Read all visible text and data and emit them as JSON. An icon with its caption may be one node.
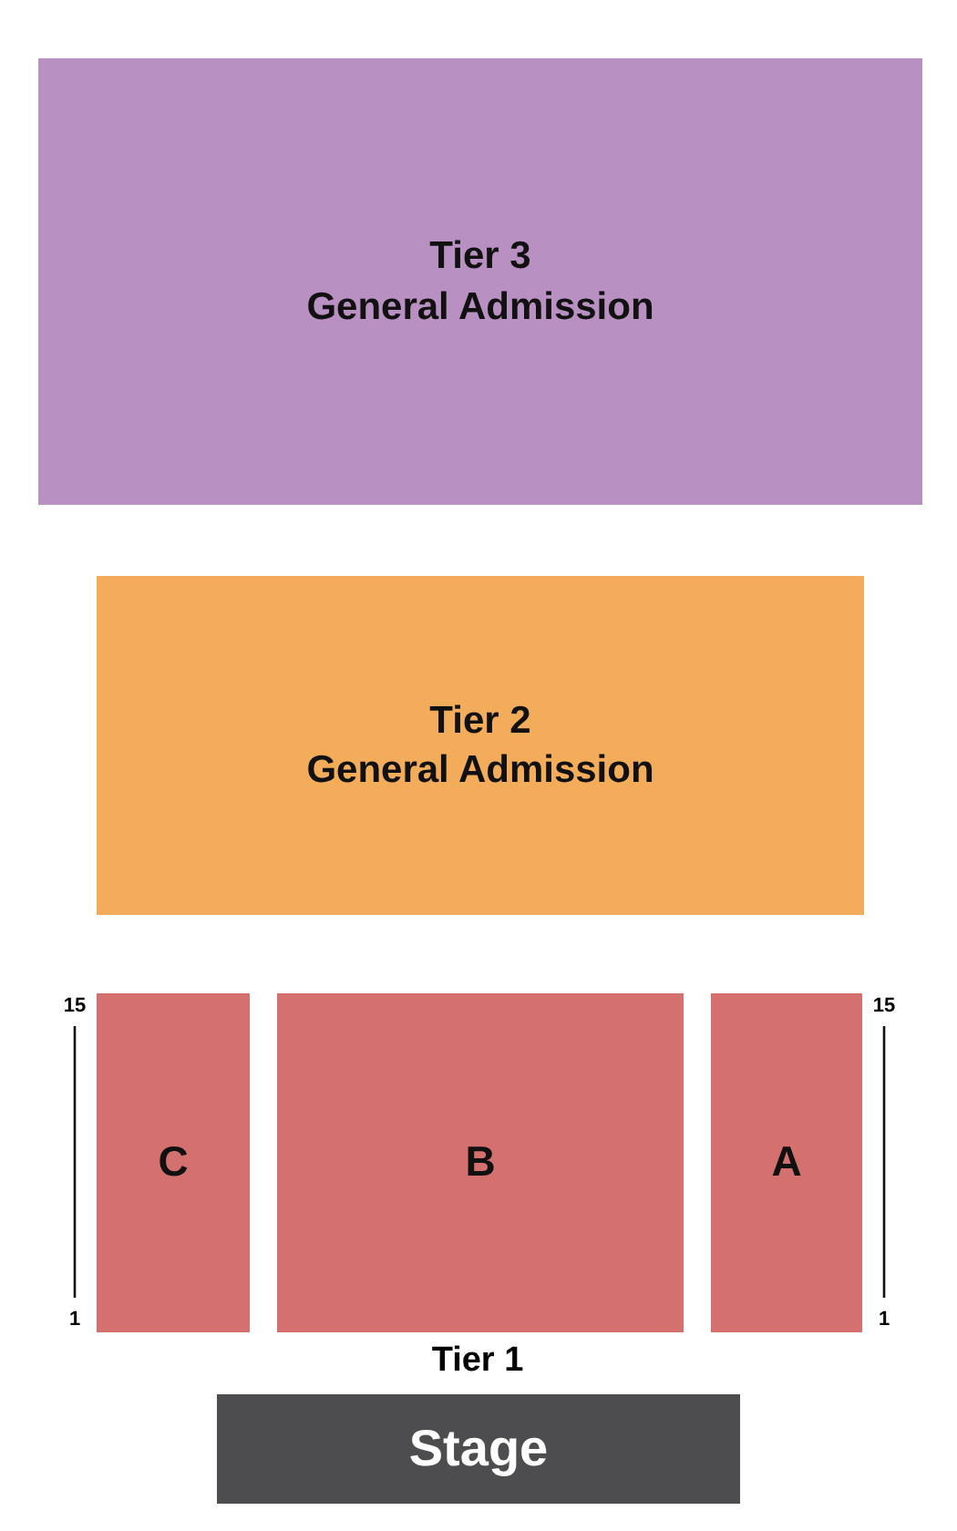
{
  "diagram": {
    "nodes": [
      {
        "text": [
          "Tier 3",
          "General Admission"
        ]
      },
      {
        "text": [
          "Tier 2",
          "General Admission"
        ]
      },
      {
        "text": [
          "C"
        ]
      },
      {
        "text": [
          "B"
        ]
      },
      {
        "text": [
          "A"
        ]
      },
      {
        "text": [
          "Stage"
        ]
      }
    ],
    "labels": [
      "15",
      "15",
      "1",
      "1",
      "Tier 1"
    ]
  }
}
